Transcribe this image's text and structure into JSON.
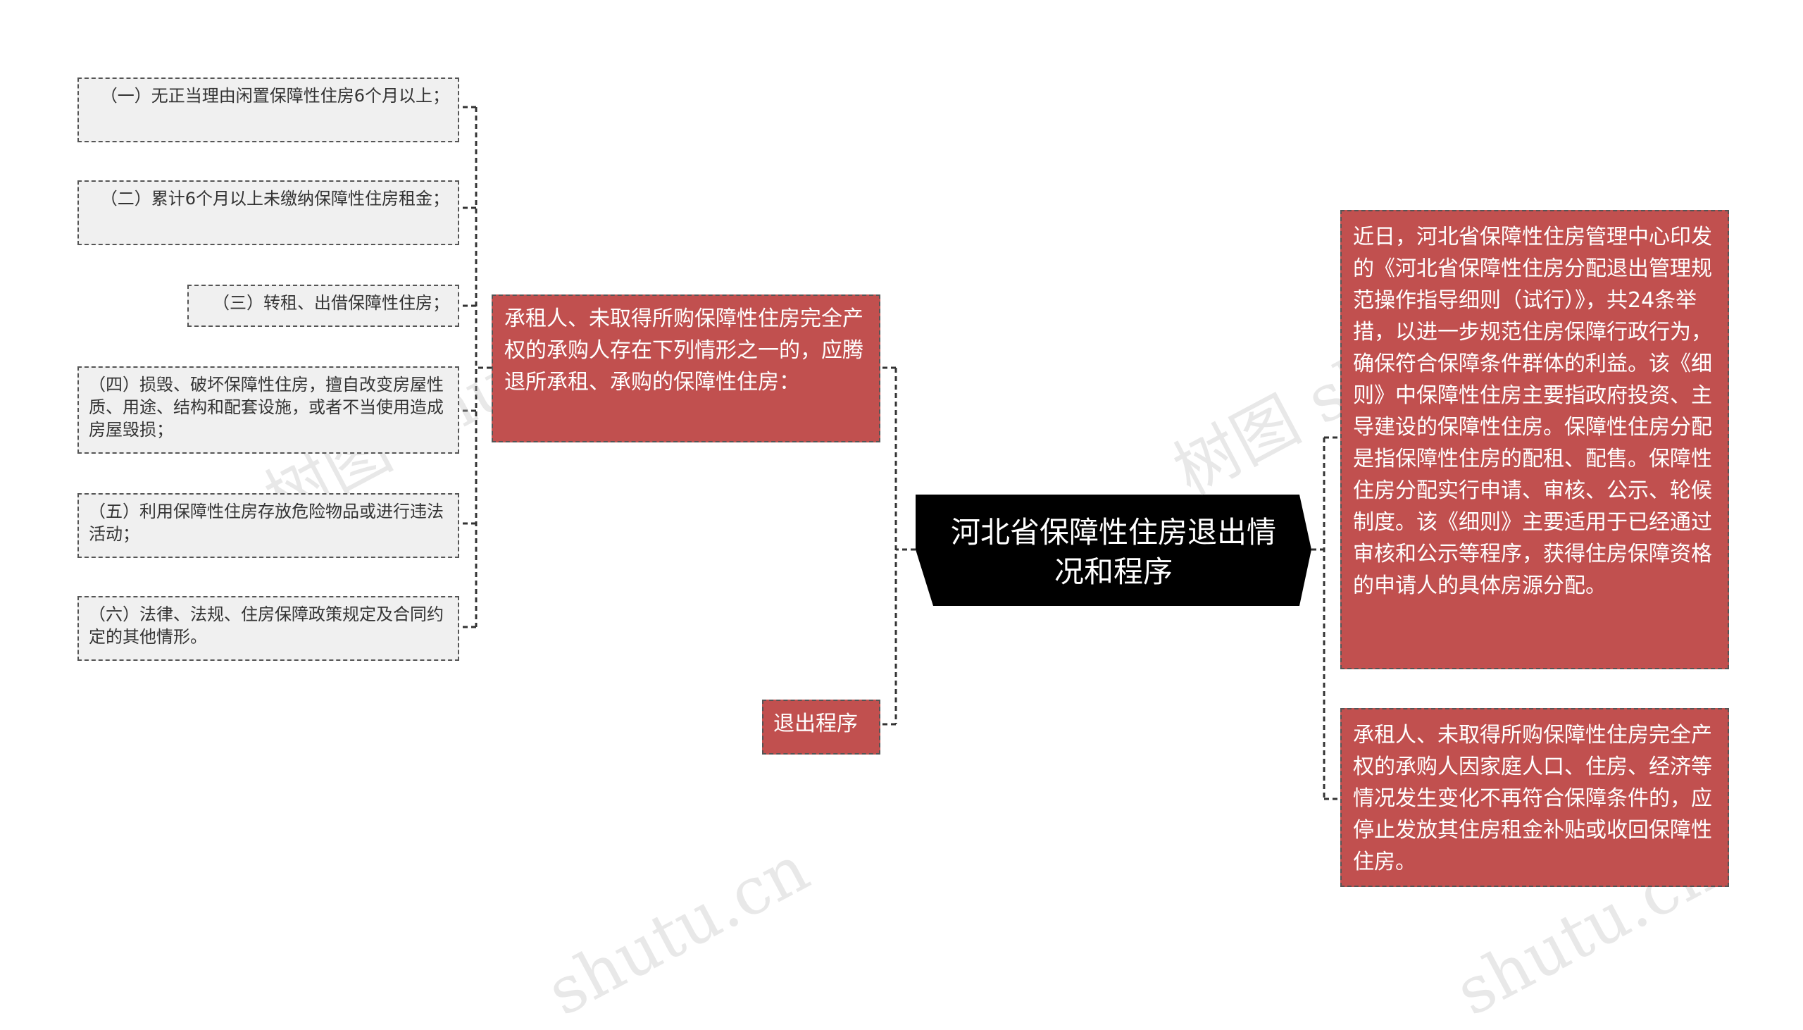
{
  "root": {
    "title": "河北省保障性住房退出情况和程序"
  },
  "branches": {
    "conditions": {
      "text": "承租人、未取得所购保障性住房完全产权的承购人存在下列情形之一的，应腾退所承租、承购的保障性住房：",
      "items": [
        "（一）无正当理由闲置保障性住房6个月以上；",
        "（二）累计6个月以上未缴纳保障性住房租金；",
        "（三）转租、出借保障性住房；",
        "（四）损毁、破坏保障性住房，擅自改变房屋性质、用途、结构和配套设施，或者不当使用造成房屋毁损；",
        "（五）利用保障性住房存放危险物品或进行违法活动；",
        "（六）法律、法规、住房保障政策规定及合同约定的其他情形。"
      ]
    },
    "exit_procedure": {
      "text": "退出程序"
    },
    "intro": {
      "text": "近日，河北省保障性住房管理中心印发的《河北省保障性住房分配退出管理规范操作指导细则（试行）》，共24条举措，以进一步规范住房保障行政行为，确保符合保障条件群体的利益。该《细则》中保障性住房主要指政府投资、主导建设的保障性住房。保障性住房分配是指保障性住房的配租、配售。保障性住房分配实行申请、审核、公示、轮候制度。该《细则》主要适用于已经通过审核和公示等程序，获得住房保障资格的申请人的具体房源分配。"
    },
    "stop_subsidy": {
      "text": "承租人、未取得所购保障性住房完全产权的承购人因家庭人口、住房、经济等情况发生变化不再符合保障条件的，应停止发放其住房租金补贴或收回保障性住房。"
    }
  },
  "watermark": [
    "树图 shutu.cn",
    "树图 shutu.cn",
    "shutu.cn",
    "shutu.cn"
  ],
  "colors": {
    "root_bg": "#000000",
    "topic_bg": "#c1504f",
    "leaf_bg": "#f0f0f0",
    "connector": "#333333"
  }
}
